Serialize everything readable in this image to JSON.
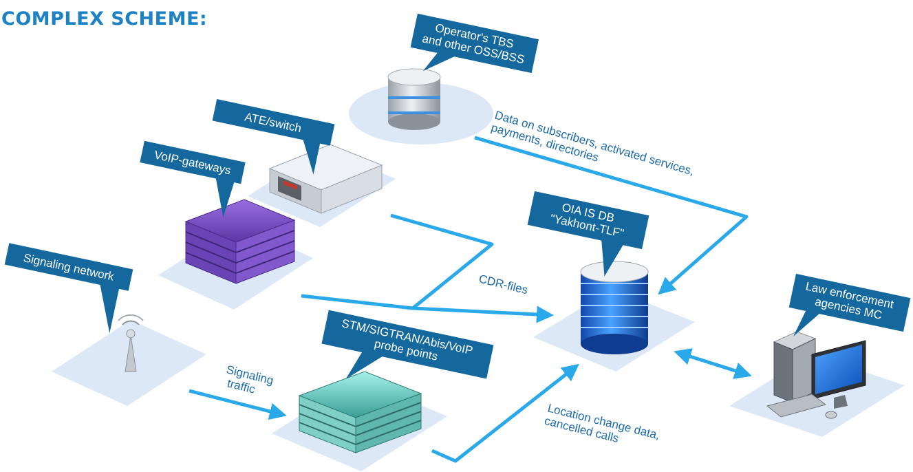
{
  "title": "COMPLEX SCHEME:",
  "colors": {
    "title": "#1c82c5",
    "callout": "#14689d",
    "callout_text": "#ffffff",
    "arrow": "#29a8ea",
    "label": "#1c6aa8",
    "platform": "#dde8f6"
  },
  "nodes": {
    "oss": {
      "label_lines": [
        "Operator's TBS",
        "and other OSS/BSS"
      ],
      "icon": "database-icon"
    },
    "ate": {
      "label_lines": [
        "ATE/switch"
      ],
      "icon": "server-icon"
    },
    "voip": {
      "label_lines": [
        "VoIP-gateways"
      ],
      "icon": "gateway-stack-icon"
    },
    "signaling": {
      "label_lines": [
        "Signaling network"
      ],
      "icon": "antenna-icon"
    },
    "probe": {
      "label_lines": [
        "STM/SIGTRAN/Abis/VoIP",
        "probe points"
      ],
      "icon": "probe-rack-icon"
    },
    "oia": {
      "label_lines": [
        "OIA IS DB",
        "\"Yakhont-TLF\""
      ],
      "icon": "database-icon"
    },
    "law": {
      "label_lines": [
        "Law enforcement",
        "agencies MC"
      ],
      "icon": "computer-icon"
    }
  },
  "flows": {
    "subscriber_data": {
      "label_lines": [
        "Data on subscribers, activated services,",
        "payments, directories"
      ]
    },
    "cdr": {
      "label_lines": [
        "CDR-files"
      ]
    },
    "signaling_traffic": {
      "label_lines": [
        "Signaling",
        "traffic"
      ]
    },
    "location": {
      "label_lines": [
        "Location change data,",
        "cancelled calls"
      ]
    }
  }
}
